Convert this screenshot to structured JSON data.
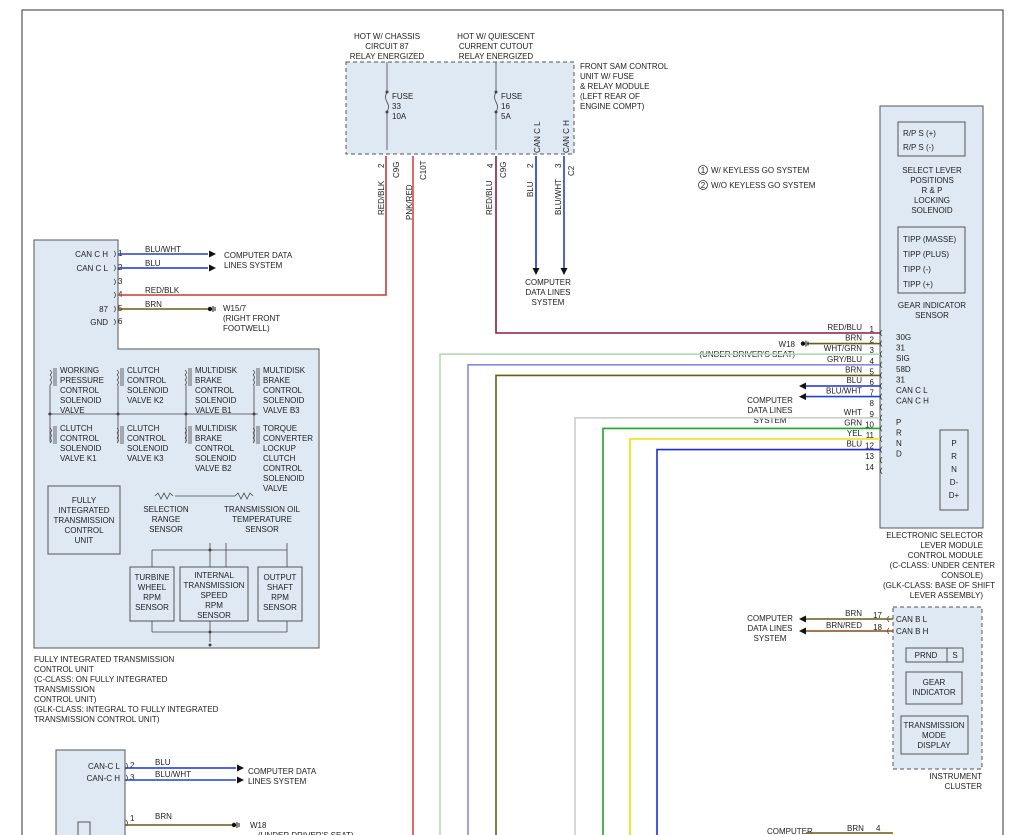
{
  "colors": {
    "blu": "#1a2ee0",
    "red": "#d8433a",
    "redblk": "#c93a3a",
    "pnkred": "#d9434a",
    "redblu": "#8b1a4a",
    "brn": "#6e5a12",
    "wht": "#cccccc",
    "whtgrn": "#b8d8b0",
    "gryblu": "#8a8ae0",
    "grn": "#18a828",
    "yel": "#f0e000",
    "blu12": "#1a2ee0",
    "brnred": "#8a4a18",
    "bluwht": "#2040d0",
    "box": "#dfe9f4"
  },
  "header": {
    "hot87": [
      "HOT W/ CHASSIS",
      "CIRCUIT 87",
      "RELAY ENERGIZED"
    ],
    "hotq": [
      "HOT W/ QUIESCENT",
      "CURRENT CUTOUT",
      "RELAY ENERGIZED"
    ],
    "sam": [
      "FRONT SAM CONTROL",
      "UNIT W/ FUSE",
      "& RELAY MODULE",
      "(LEFT REAR OF",
      "ENGINE COMPT)"
    ]
  },
  "fuses": [
    {
      "label": "FUSE",
      "num": "33",
      "amp": "10A"
    },
    {
      "label": "FUSE",
      "num": "16",
      "amp": "5A"
    }
  ],
  "sam_pins": {
    "p2": "2",
    "c9g": "C9G",
    "c10t": "C10T",
    "p4": "4",
    "c9g2": "C9G",
    "canl": "CAN C L",
    "p2b": "2",
    "canh": "CAN C H",
    "p3": "3",
    "c2": "C2"
  },
  "wires_top": {
    "redblk": "RED/BLK",
    "pnkred": "PNK/RED",
    "redblu": "RED/BLU",
    "blu": "BLU",
    "bluwht": "BLU/WHT"
  },
  "notes": {
    "n1_num": "1",
    "n1": "W/ KEYLESS GO SYSTEM",
    "n2_num": "2",
    "n2": "W/O KEYLESS GO SYSTEM"
  },
  "computer_data_lines": [
    "COMPUTER",
    "DATA LINES",
    "SYSTEM"
  ],
  "tcu": {
    "rows": [
      {
        "name": "CAN C H",
        "pin": "1",
        "wire": "BLU/WHT"
      },
      {
        "name": "CAN C L",
        "pin": "2",
        "wire": "BLU"
      },
      {
        "name": "",
        "pin": "3",
        "wire": ""
      },
      {
        "name": "",
        "pin": "4",
        "wire": "RED/BLK"
      },
      {
        "name": "87",
        "pin": "5",
        "wire": "BRN"
      },
      {
        "name": "GND",
        "pin": "6",
        "wire": ""
      }
    ],
    "cdl": [
      "COMPUTER DATA",
      "LINES SYSTEM"
    ],
    "ground": [
      "W15/7",
      "(RIGHT FRONT",
      "FOOTWELL)"
    ],
    "valves": [
      [
        "WORKING",
        "PRESSURE",
        "CONTROL",
        "SOLENOID",
        "VALVE"
      ],
      [
        "CLUTCH",
        "CONTROL",
        "SOLENOID",
        "VALVE K2"
      ],
      [
        "MULTIDISK",
        "BRAKE",
        "CONTROL",
        "SOLENOID",
        "VALVE B1"
      ],
      [
        "MULTIDISK",
        "BRAKE",
        "CONTROL",
        "SOLENOID",
        "VALVE B3"
      ],
      [
        "CLUTCH",
        "CONTROL",
        "SOLENOID",
        "VALVE K1"
      ],
      [
        "CLUTCH",
        "CONTROL",
        "SOLENOID",
        "VALVE K3"
      ],
      [
        "MULTIDISK",
        "BRAKE",
        "CONTROL",
        "SOLENOID",
        "VALVE B2"
      ],
      [
        "TORQUE",
        "CONVERTER",
        "LOCKUP",
        "CLUTCH",
        "CONTROL",
        "SOLENOID",
        "VALVE"
      ]
    ],
    "fitcu": [
      "FULLY",
      "INTEGRATED",
      "TRANSMISSION",
      "CONTROL",
      "UNIT"
    ],
    "selection": [
      "SELECTION",
      "RANGE",
      "SENSOR"
    ],
    "oiltemp": [
      "TRANSMISSION OIL",
      "TEMPERATURE",
      "SENSOR"
    ],
    "turbine": [
      "TURBINE",
      "WHEEL",
      "RPM",
      "SENSOR"
    ],
    "internal": [
      "INTERNAL",
      "TRANSMISSION",
      "SPEED",
      "RPM",
      "SENSOR"
    ],
    "output": [
      "OUTPUT",
      "SHAFT",
      "RPM",
      "SENSOR"
    ],
    "caption": [
      "FULLY INTEGRATED TRANSMISSION",
      "CONTROL UNIT",
      "(C-CLASS: ON FULLY INTEGRATED",
      "TRANSMISSION",
      "CONTROL UNIT)",
      "(GLK-CLASS: INTEGRAL TO FULLY INTEGRATED",
      "TRANSMISSION CONTROL UNIT)"
    ]
  },
  "esl": {
    "top_labels": [
      "R/P S (+)",
      "R/P S (-)"
    ],
    "solenoid": [
      "SELECT LEVER",
      "POSITIONS",
      "R & P",
      "LOCKING",
      "SOLENOID"
    ],
    "tipp": [
      "TIPP (MASSE)",
      "TIPP (PLUS)",
      "TIPP (-)",
      "TIPP (+)"
    ],
    "gis": [
      "GEAR INDICATOR",
      "SENSOR"
    ],
    "rows": [
      {
        "wire": "RED/BLU",
        "pin": "1",
        "name": "30G"
      },
      {
        "wire": "BRN",
        "pin": "2",
        "name": "31"
      },
      {
        "wire": "WHT/GRN",
        "pin": "3",
        "name": "SIG"
      },
      {
        "wire": "GRY/BLU",
        "pin": "4",
        "name": "58D"
      },
      {
        "wire": "BRN",
        "pin": "5",
        "name": "31"
      },
      {
        "wire": "BLU",
        "pin": "6",
        "name": "CAN C L"
      },
      {
        "wire": "BLU/WHT",
        "pin": "7",
        "name": "CAN C H"
      },
      {
        "wire": "",
        "pin": "8",
        "name": ""
      },
      {
        "wire": "WHT",
        "pin": "9",
        "name": "P"
      },
      {
        "wire": "GRN",
        "pin": "10",
        "name": "R"
      },
      {
        "wire": "YEL",
        "pin": "11",
        "name": "N"
      },
      {
        "wire": "BLU",
        "pin": "12",
        "name": "D"
      },
      {
        "wire": "",
        "pin": "13",
        "name": ""
      },
      {
        "wire": "",
        "pin": "14",
        "name": ""
      }
    ],
    "w18": [
      "W18",
      "(UNDER DRIVER'S SEAT)"
    ],
    "prnd": [
      "P",
      "R",
      "N",
      "D-",
      "D+"
    ],
    "caption": [
      "ELECTRONIC SELECTOR",
      "LEVER MODULE",
      "CONTROL MODULE",
      "(C-CLASS: UNDER CENTER",
      "CONSOLE)",
      "(GLK-CLASS: BASE OF SHIFT",
      "LEVER ASSEMBLY)"
    ]
  },
  "ic": {
    "rows": [
      {
        "wire": "BRN",
        "pin": "17",
        "name": "CAN B L"
      },
      {
        "wire": "BRN/RED",
        "pin": "18",
        "name": "CAN B H"
      }
    ],
    "prnd": "PRND",
    "s": "S",
    "gear": [
      "GEAR",
      "INDICATOR"
    ],
    "mode": [
      "TRANSMISSION",
      "MODE",
      "DISPLAY"
    ],
    "caption": [
      "INSTRUMENT",
      "CLUSTER"
    ]
  },
  "bottom": {
    "rows": [
      {
        "name": "CAN-C L",
        "pin": "2",
        "wire": "BLU"
      },
      {
        "name": "CAN-C H",
        "pin": "3",
        "wire": "BLU/WHT"
      }
    ],
    "cdl": [
      "COMPUTER DATA",
      "LINES SYSTEM"
    ],
    "brn_pin": "1",
    "brn": "BRN",
    "w18": "W18",
    "w18sub": "(UNDER DRIVER'S SEAT)",
    "comp": "COMPUTER",
    "brn4": "BRN",
    "pin4": "4"
  }
}
